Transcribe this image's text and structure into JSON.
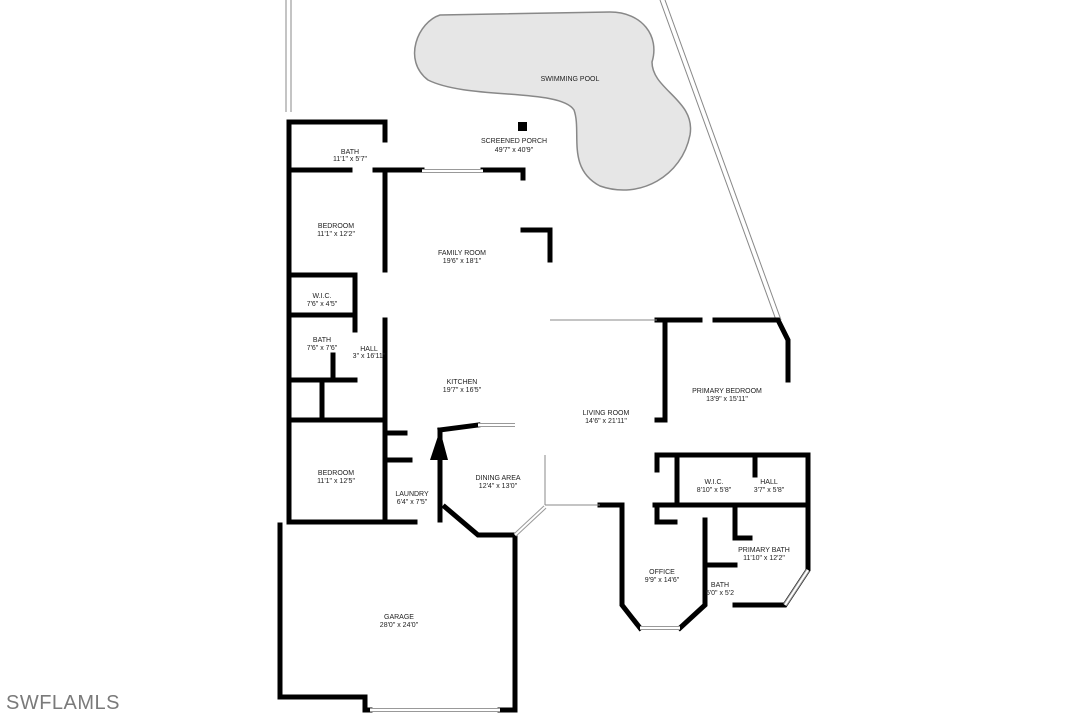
{
  "pool_label": "SWIMMING POOL",
  "colors": {
    "wall": "#000000",
    "pool_fill": "#e6e6e6",
    "background": "#ffffff",
    "logo": "#7a7a7a"
  },
  "rooms": {
    "screened_porch": {
      "name": "SCREENED PORCH",
      "dim": "49'7\" x 40'9\""
    },
    "bath_top": {
      "name": "BATH",
      "dim": "11'1\" x 5'7\""
    },
    "bedroom_1": {
      "name": "BEDROOM",
      "dim": "11'1\" x 12'2\""
    },
    "wic_1": {
      "name": "W.I.C.",
      "dim": "7'6\" x 4'5\""
    },
    "bath_2": {
      "name": "BATH",
      "dim": "7'6\" x 7'6\""
    },
    "hall_1": {
      "name": "HALL",
      "dim": "3\" x 16'11\""
    },
    "family_room": {
      "name": "FAMILY ROOM",
      "dim": "19'6\" x 18'1\""
    },
    "kitchen": {
      "name": "KITCHEN",
      "dim": "19'7\" x 16'5\""
    },
    "bedroom_2": {
      "name": "BEDROOM",
      "dim": "11'1\" x 12'5\""
    },
    "laundry": {
      "name": "LAUNDRY",
      "dim": "6'4\" x 7'5\""
    },
    "dining_area": {
      "name": "DINING AREA",
      "dim": "12'4\" x 13'0\""
    },
    "garage": {
      "name": "GARAGE",
      "dim": "28'0\" x 24'0\""
    },
    "living_room": {
      "name": "LIVING ROOM",
      "dim": "14'6\" x 21'11\""
    },
    "primary_bedroom": {
      "name": "PRIMARY BEDROOM",
      "dim": "13'9\" x 15'11\""
    },
    "wic_2": {
      "name": "W.I.C.",
      "dim": "8'10\" x 5'8\""
    },
    "hall_2": {
      "name": "HALL",
      "dim": "3'7\" x 5'8\""
    },
    "primary_bath": {
      "name": "PRIMARY BATH",
      "dim": "11'10\" x 12'2\""
    },
    "office": {
      "name": "OFFICE",
      "dim": "9'9\" x 14'6\""
    },
    "bath_3": {
      "name": "BATH",
      "dim": "5'0\" x 5'2"
    }
  },
  "watermark": "SWFLAMLS"
}
